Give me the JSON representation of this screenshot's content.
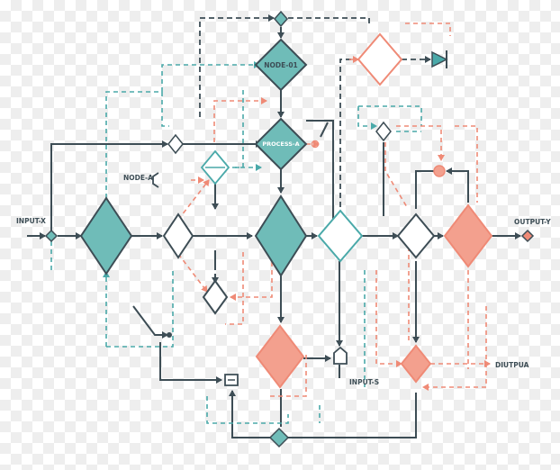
{
  "colors": {
    "dark": "#3d4d55",
    "teal": "#4aa9a9",
    "teal_fill": "#6fbcb8",
    "coral": "#ef8a76",
    "coral_fill": "#f3a08e"
  },
  "labels": {
    "node_01": "NODE-01",
    "process_a": "PROCESS-A",
    "node_a": "NODE-A",
    "input_x": "INPUT-X",
    "output_y": "OUTPUT-Y",
    "input_s": "INPUT-S",
    "diutpua": "DIUTPUA"
  }
}
